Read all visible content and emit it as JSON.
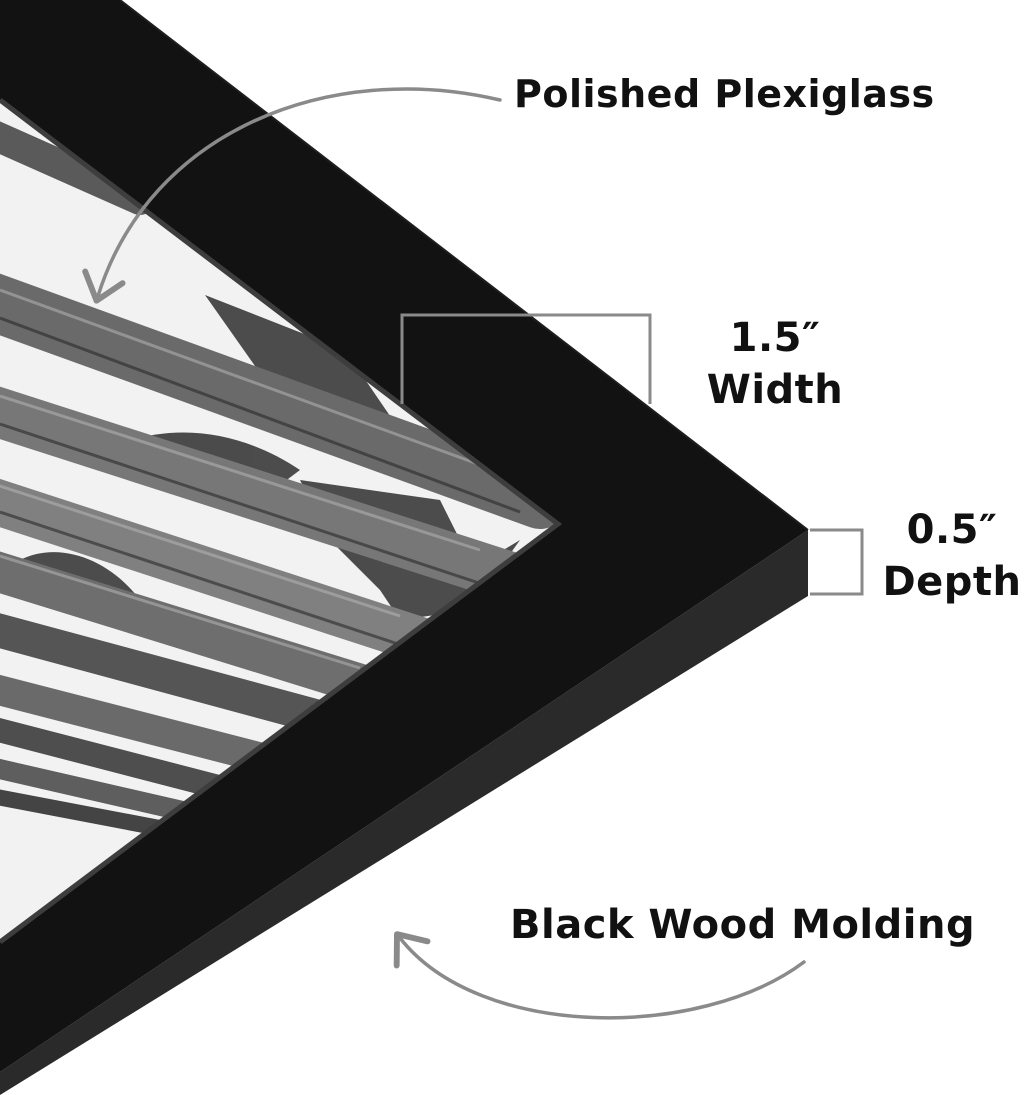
{
  "callouts": {
    "plexiglass": "Polished Plexiglass",
    "width_value": "1.5″",
    "width_label": "Width",
    "depth_value": "0.5″",
    "depth_label": "Depth",
    "molding": "Black Wood Molding"
  },
  "colors": {
    "frame_face": "#121212",
    "frame_side": "#2a2a2a",
    "photo_sky": "#f2f2f2",
    "trunk": "#6f6f6f",
    "annotation_line": "#8a8a8a",
    "text": "#111111"
  },
  "icons": [
    "curved-arrow-icon",
    "bracket-icon"
  ]
}
